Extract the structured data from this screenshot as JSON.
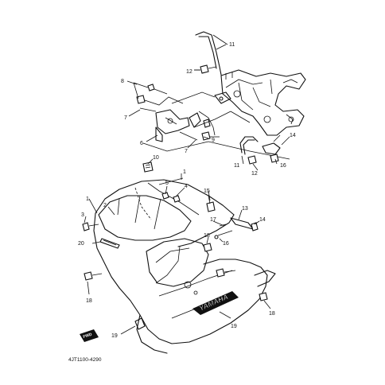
{
  "diagram": {
    "callouts": [
      {
        "id": "c11a",
        "label": "11"
      },
      {
        "id": "c12a",
        "label": "12"
      },
      {
        "id": "c8",
        "label": "8"
      },
      {
        "id": "c7a",
        "label": "7"
      },
      {
        "id": "c6",
        "label": "6"
      },
      {
        "id": "c7b",
        "label": "7"
      },
      {
        "id": "c9",
        "label": "9"
      },
      {
        "id": "c14a",
        "label": "14"
      },
      {
        "id": "c11b",
        "label": "11"
      },
      {
        "id": "c12b",
        "label": "12"
      },
      {
        "id": "c16a",
        "label": "16"
      },
      {
        "id": "c10",
        "label": "10"
      },
      {
        "id": "c1a",
        "label": "1"
      },
      {
        "id": "c5",
        "label": "5"
      },
      {
        "id": "c4",
        "label": "4"
      },
      {
        "id": "c15",
        "label": "15"
      },
      {
        "id": "c1b",
        "label": "1"
      },
      {
        "id": "c2",
        "label": "2"
      },
      {
        "id": "c3",
        "label": "3"
      },
      {
        "id": "c13",
        "label": "13"
      },
      {
        "id": "c17",
        "label": "17"
      },
      {
        "id": "c14b",
        "label": "14"
      },
      {
        "id": "c16b",
        "label": "16"
      },
      {
        "id": "c18a",
        "label": "18"
      },
      {
        "id": "c20",
        "label": "20"
      },
      {
        "id": "c18b",
        "label": "18"
      },
      {
        "id": "c18c",
        "label": "18"
      },
      {
        "id": "c19a",
        "label": "19"
      },
      {
        "id": "c19b",
        "label": "19"
      }
    ],
    "brand_text": "YAMAHA",
    "fwd_text": "FWD",
    "drawing_code": "4JT1100-4290"
  }
}
